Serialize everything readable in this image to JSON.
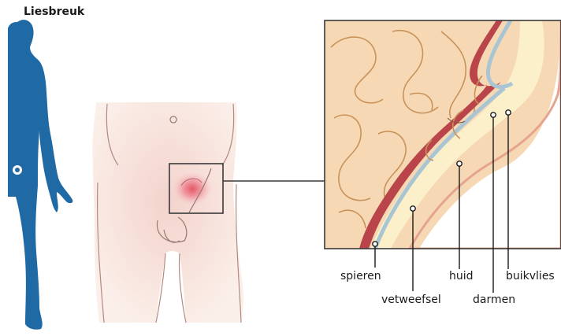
{
  "title": "Liesbreuk",
  "labels": {
    "spieren": "spieren",
    "vetweefsel": "vetweefsel",
    "huid": "huid",
    "darmen": "darmen",
    "buikvlies": "buikvlies"
  },
  "colors": {
    "silhouette": "#1f69a5",
    "skin": "#f3ddd0",
    "skin_glow": "#f0b8bd",
    "hernia_red": "#e0505e",
    "intestine": "#f6d9b4",
    "intestine_line": "#c8925a",
    "fat": "#fbf0c9",
    "muscle": "#b9454a",
    "peritoneum": "#a9c5d3",
    "line": "#3a3a3a"
  }
}
